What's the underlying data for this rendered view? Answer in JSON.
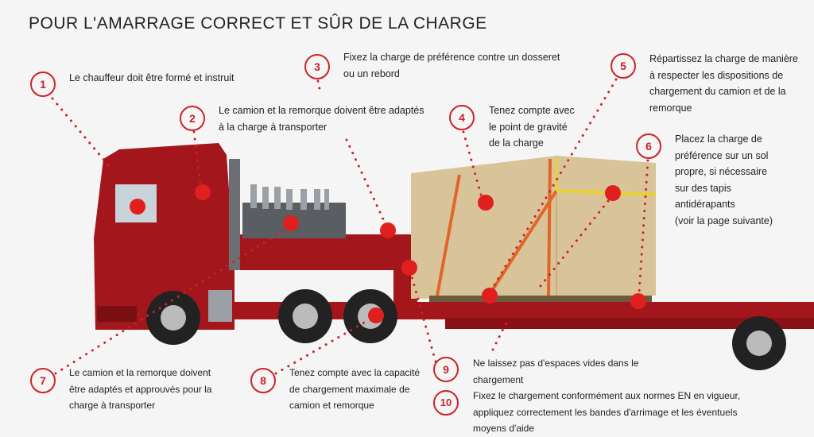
{
  "title": "POUR L'AMARRAGE CORRECT ET SÛR DE LA CHARGE",
  "colors": {
    "accent": "#cc2229",
    "truck": "#a3161b",
    "crate": "#d9c49a"
  },
  "items": [
    {
      "number": "1",
      "lines": [
        "Le chauffeur doit être formé et instruit"
      ]
    },
    {
      "number": "2",
      "lines": [
        "Le camion et la remorque doivent être adaptés",
        "à la charge à transporter"
      ]
    },
    {
      "number": "3",
      "lines": [
        "Fixez la charge de préférence contre un dosseret",
        "ou un rebord"
      ]
    },
    {
      "number": "4",
      "lines": [
        "Tenez compte avec",
        "le point de gravité",
        "de la charge"
      ]
    },
    {
      "number": "5",
      "lines": [
        "Répartissez la charge de manière",
        "à respecter les dispositions de",
        "chargement du camion et de la",
        "remorque"
      ]
    },
    {
      "number": "6",
      "lines": [
        "Placez la charge de",
        "préférence sur un sol",
        "propre, si nécessaire",
        "sur des tapis",
        "antidérapants",
        "(voir la page suivante)"
      ]
    },
    {
      "number": "7",
      "lines": [
        "Le camion et la remorque doivent",
        "être adaptés et approuvés pour la",
        "charge à transporter"
      ]
    },
    {
      "number": "8",
      "lines": [
        "Tenez compte avec la capacité",
        "de chargement maximale de",
        "camion et remorque"
      ]
    },
    {
      "number": "9",
      "lines": [
        "Ne laissez pas d'espaces vides dans le",
        "chargement"
      ]
    },
    {
      "number": "10",
      "lines": [
        "Fixez le chargement conformément aux normes EN en vigueur,",
        "appliquez correctement les bandes d'arrimage et les éventuels",
        "moyens d'aide"
      ]
    }
  ]
}
